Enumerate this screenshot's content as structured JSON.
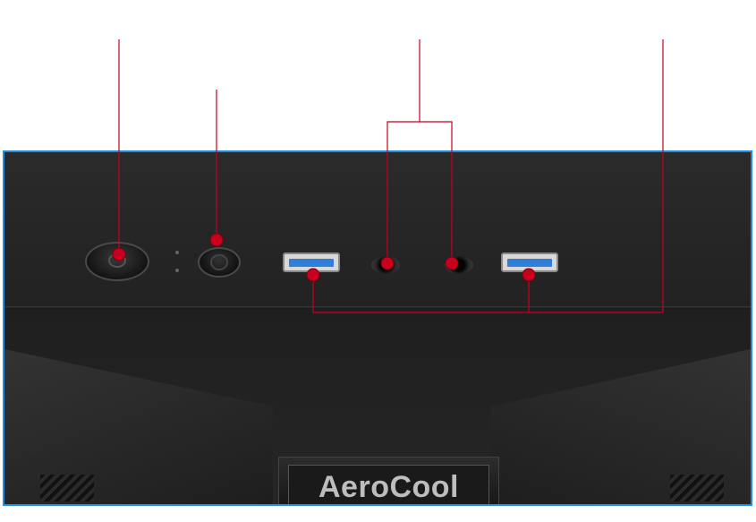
{
  "logo": {
    "text": "AeroCool"
  },
  "callout_color": "#c8001e",
  "frame_color": "#1e8fe0",
  "components": [
    {
      "name": "power-button"
    },
    {
      "name": "reset-button"
    },
    {
      "name": "usb-3-port-1"
    },
    {
      "name": "audio-jack-1"
    },
    {
      "name": "audio-jack-2"
    },
    {
      "name": "usb-3-port-2"
    }
  ]
}
